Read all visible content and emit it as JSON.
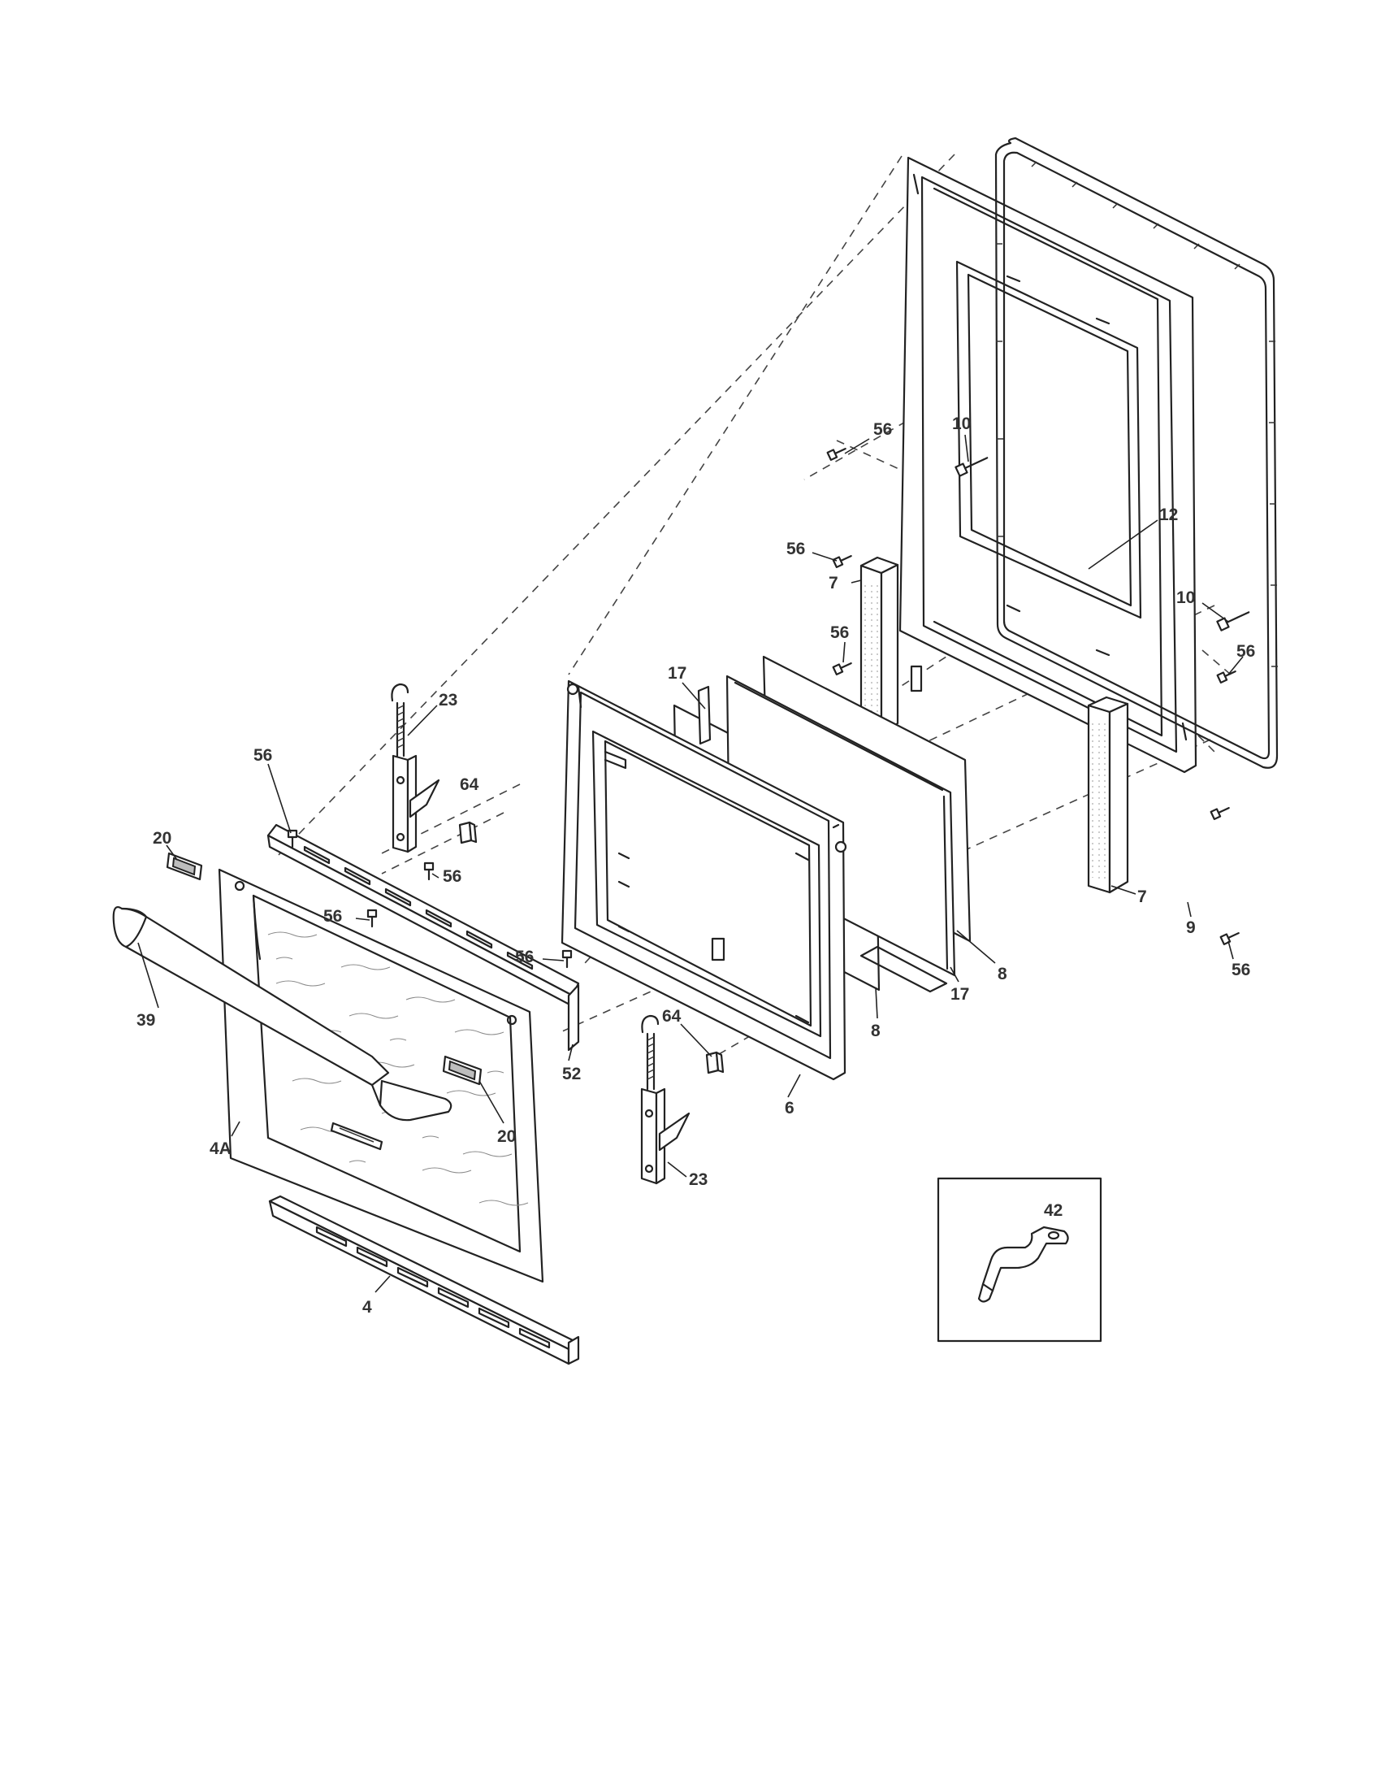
{
  "diagram": {
    "type": "exploded-parts-view",
    "callouts": [
      {
        "id": "c56a",
        "label": "56"
      },
      {
        "id": "c10a",
        "label": "10"
      },
      {
        "id": "c12",
        "label": "12"
      },
      {
        "id": "c56b",
        "label": "56"
      },
      {
        "id": "c7a",
        "label": "7"
      },
      {
        "id": "c10b",
        "label": "10"
      },
      {
        "id": "c56c",
        "label": "56"
      },
      {
        "id": "c56d",
        "label": "56"
      },
      {
        "id": "c17a",
        "label": "17"
      },
      {
        "id": "c23a",
        "label": "23"
      },
      {
        "id": "c56e",
        "label": "56"
      },
      {
        "id": "c64a",
        "label": "64"
      },
      {
        "id": "c20a",
        "label": "20"
      },
      {
        "id": "c56f",
        "label": "56"
      },
      {
        "id": "c56g",
        "label": "56"
      },
      {
        "id": "c56h",
        "label": "56"
      },
      {
        "id": "c56i",
        "label": "56"
      },
      {
        "id": "c7b",
        "label": "7"
      },
      {
        "id": "c9",
        "label": "9"
      },
      {
        "id": "c8a",
        "label": "8"
      },
      {
        "id": "c17b",
        "label": "17"
      },
      {
        "id": "c8b",
        "label": "8"
      },
      {
        "id": "c39",
        "label": "39"
      },
      {
        "id": "c52",
        "label": "52"
      },
      {
        "id": "c64b",
        "label": "64"
      },
      {
        "id": "c6",
        "label": "6"
      },
      {
        "id": "c20b",
        "label": "20"
      },
      {
        "id": "c4a",
        "label": "4A"
      },
      {
        "id": "c23b",
        "label": "23"
      },
      {
        "id": "c42",
        "label": "42"
      },
      {
        "id": "c4",
        "label": "4"
      }
    ]
  }
}
